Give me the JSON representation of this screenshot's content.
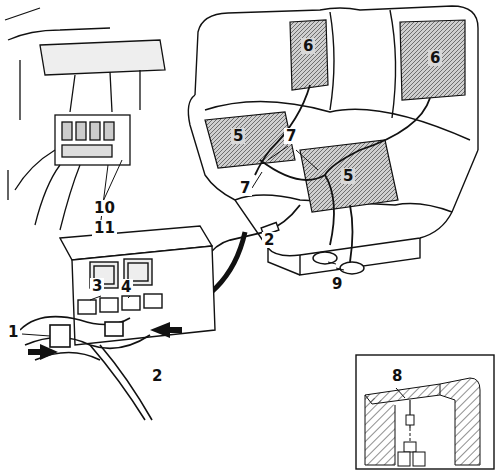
{
  "diagram": {
    "labels": [
      "6",
      "6",
      "5",
      "5",
      "7",
      "7",
      "10",
      "11",
      "2",
      "9",
      "3",
      "4",
      "1",
      "2",
      "8"
    ]
  }
}
